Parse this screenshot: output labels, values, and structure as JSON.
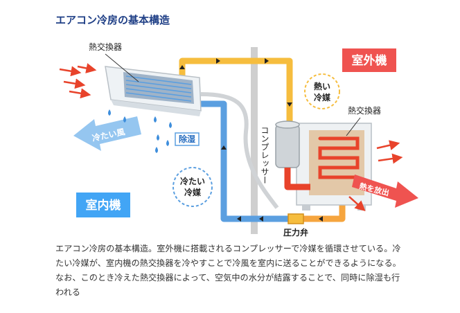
{
  "title": "エアコン冷房の基本構造",
  "labels": {
    "indoor_heat_exchanger": "熱交換器",
    "outdoor_heat_exchanger": "熱交換器",
    "outdoor_unit": "室外機",
    "indoor_unit": "室内機",
    "hot_refrigerant_line1": "熱い",
    "hot_refrigerant_line2": "冷媒",
    "cold_refrigerant_line1": "冷たい",
    "cold_refrigerant_line2": "冷媒",
    "compressor": "コンプレッサー",
    "cold_air": "冷たい風",
    "dehumidify": "除湿",
    "heat_release": "熱を放出",
    "pressure_valve": "圧力弁"
  },
  "caption": "エアコン冷房の基本構造。室外機に搭載されるコンプレッサーで冷媒を循環させている。冷たい冷媒が、室内機の熱交換器を冷やすことで冷風を室内に送ることができるようになる。なお、このとき冷えた熱交換器によって、空気中の水分が結露することで、同時に除湿も行われる",
  "colors": {
    "title": "#1f3f86",
    "hot_pipe": "#f6bd3e",
    "cold_pipe": "#5b9fe0",
    "hot_accent": "#e8432b",
    "outdoor_badge": "#ef5350",
    "indoor_badge": "#42a5f5",
    "wall": "#cfcfcf"
  }
}
